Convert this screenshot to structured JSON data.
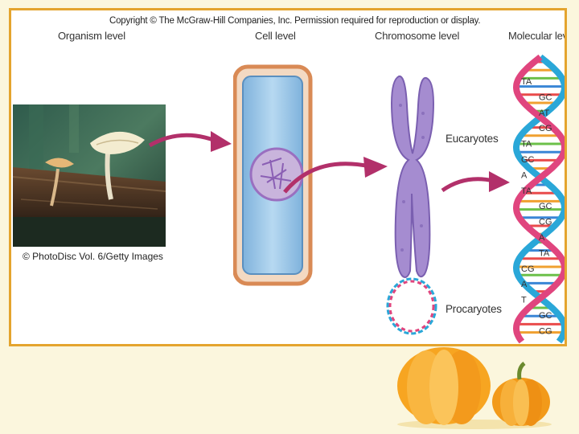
{
  "copyright": "Copyright © The McGraw-Hill Companies, Inc. Permission required for reproduction or display.",
  "levels": {
    "organism": "Organism level",
    "cell": "Cell level",
    "chromosome": "Chromosome level",
    "molecular": "Molecular level"
  },
  "photo_credit": "© PhotoDisc Vol. 6/Getty Images",
  "chromosome_types": {
    "eukaryotes": "Eucaryotes",
    "prokaryotes": "Procaryotes"
  },
  "base_pairs": [
    {
      "text": "TA",
      "left": true
    },
    {
      "text": "GC",
      "left": false
    },
    {
      "text": "AT",
      "left": false
    },
    {
      "text": "CG",
      "left": false
    },
    {
      "text": "TA",
      "left": true
    },
    {
      "text": "GC",
      "left": true
    },
    {
      "text": "A",
      "left": true
    },
    {
      "text": "TA",
      "left": true
    },
    {
      "text": "GC",
      "left": false
    },
    {
      "text": "CG",
      "left": false
    },
    {
      "text": "A",
      "left": false
    },
    {
      "text": "TA",
      "left": false
    },
    {
      "text": "CG",
      "left": true
    },
    {
      "text": "A",
      "left": true
    },
    {
      "text": "T",
      "left": true
    },
    {
      "text": "GC",
      "left": false
    },
    {
      "text": "CG",
      "left": false
    }
  ],
  "colors": {
    "frame": "#e4a42e",
    "arrow": "#b2306a",
    "cell_wall": "#d98a55",
    "cytoplasm": "#9ec8e8",
    "chromosome": "#9a7fc2",
    "dna_pink": "#e0457e",
    "dna_blue": "#2aa7d8"
  }
}
